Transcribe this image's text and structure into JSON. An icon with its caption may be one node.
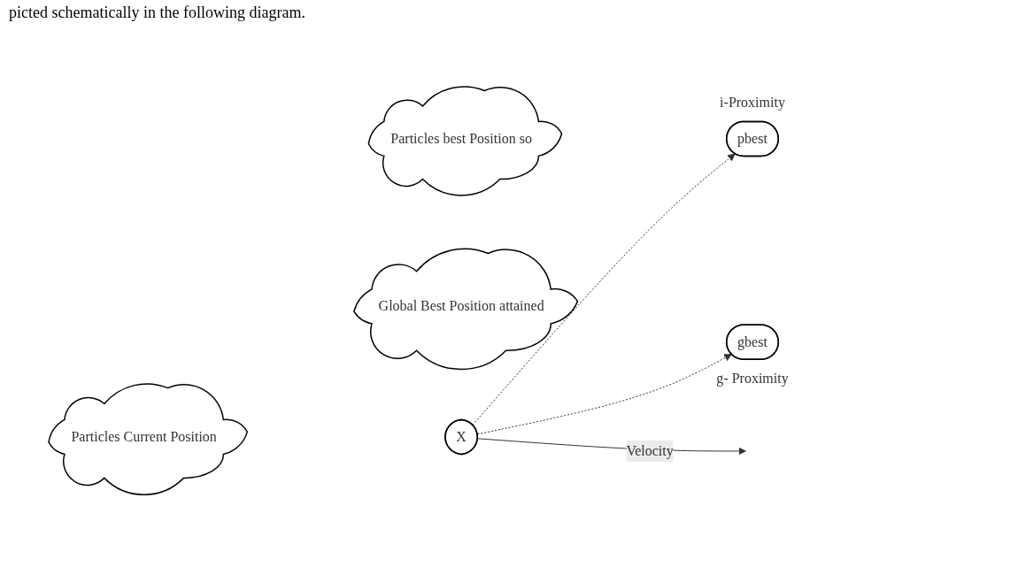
{
  "diagram": {
    "nodes": [
      {
        "text": [
          "Particles Current Position"
        ]
      },
      {
        "text": [
          "Particles best Position so"
        ]
      },
      {
        "text": [
          "Global Best Position attained"
        ]
      },
      {
        "text": [
          "X"
        ]
      },
      {
        "text": [
          "pbest"
        ],
        "beside": [
          "i-Proximity"
        ]
      },
      {
        "text": [
          "gbest"
        ],
        "beside": [
          "g- Proximity"
        ]
      }
    ],
    "edges": [
      {
        "from": 3,
        "to": 4,
        "arrow": "to",
        "style": "dashed"
      },
      {
        "from": 3,
        "to": 5,
        "arrow": "to",
        "style": "dashed"
      },
      {
        "from": 3,
        "to": null,
        "arrow": "to",
        "label": "Velocity"
      }
    ],
    "labels": [
      "picted schematically in the following diagram."
    ]
  }
}
